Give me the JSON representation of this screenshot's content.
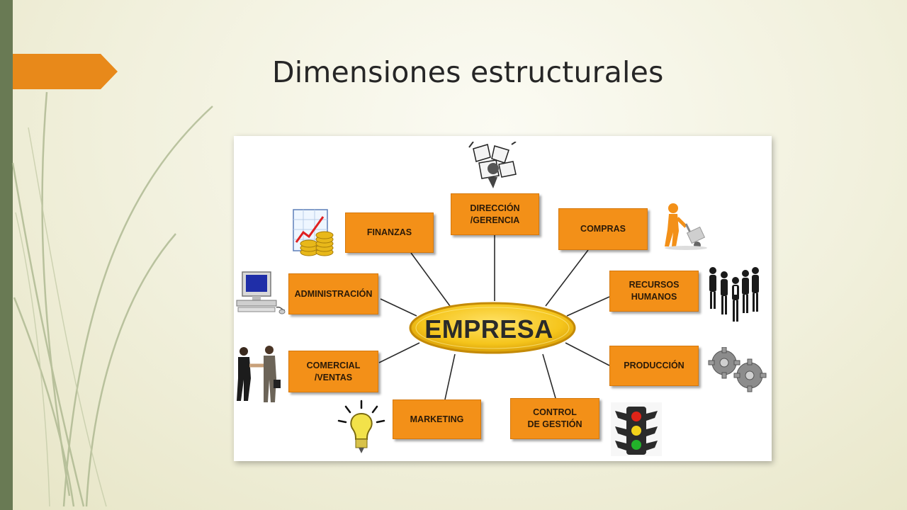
{
  "slide": {
    "title": "Dimensiones estructurales",
    "colors": {
      "accent_bar": "#697a54",
      "title_tab": "#e8891a",
      "box_fill": "#f39018",
      "hub_fill": "#f5c51c"
    }
  },
  "diagram": {
    "hub": "EMPRESA",
    "departments": [
      {
        "id": "finanzas",
        "label": "FINANZAS",
        "icon": "finance-chart-coins-icon"
      },
      {
        "id": "direccion",
        "label": "DIRECCIÓN\n/GERENCIA",
        "icon": "papers-director-icon"
      },
      {
        "id": "compras",
        "label": "COMPRAS",
        "icon": "person-handtruck-icon"
      },
      {
        "id": "administracion",
        "label": "ADMINISTRACIÓN",
        "icon": "computer-icon"
      },
      {
        "id": "recursos",
        "label": "RECURSOS\nHUMANOS",
        "icon": "people-group-icon"
      },
      {
        "id": "comercial",
        "label": "COMERCIAL\n/VENTAS",
        "icon": "handshake-icon"
      },
      {
        "id": "produccion",
        "label": "PRODUCCIÓN",
        "icon": "gears-icon"
      },
      {
        "id": "marketing",
        "label": "MARKETING",
        "icon": "lightbulb-icon"
      },
      {
        "id": "control",
        "label": "CONTROL\nDE GESTIÓN",
        "icon": "traffic-light-icon"
      }
    ]
  }
}
